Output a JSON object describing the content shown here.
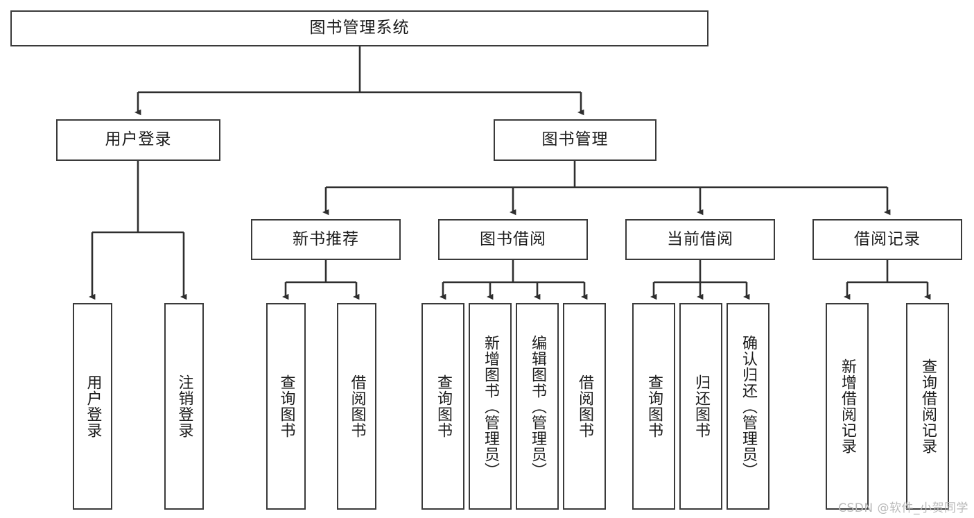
{
  "diagram": {
    "title_node": {
      "label": "图书管理系统"
    },
    "level1": [
      {
        "label": "用户登录"
      },
      {
        "label": "图书管理"
      }
    ],
    "level2": [
      {
        "label": "新书推荐"
      },
      {
        "label": "图书借阅"
      },
      {
        "label": "当前借阅"
      },
      {
        "label": "借阅记录"
      }
    ],
    "leaves": [
      {
        "label": "用户登录"
      },
      {
        "label": "注销登录"
      },
      {
        "label": "查询图书"
      },
      {
        "label": "借阅图书"
      },
      {
        "label": "查询图书"
      },
      {
        "label": "新增图书（管理员）"
      },
      {
        "label": "编辑图书（管理员）"
      },
      {
        "label": "借阅图书"
      },
      {
        "label": "查询图书"
      },
      {
        "label": "归还图书"
      },
      {
        "label": "确认归还（管理员）"
      },
      {
        "label": "新增借阅记录"
      },
      {
        "label": "查询借阅记录"
      }
    ]
  },
  "watermark": {
    "text": "CSDN @软件_小贺同学"
  },
  "colors": {
    "box_border": "#3a3a3a",
    "connector": "#2f2f2f",
    "text": "#1b1b1b",
    "background": "#ffffff",
    "watermark": "#b9b9b9"
  }
}
